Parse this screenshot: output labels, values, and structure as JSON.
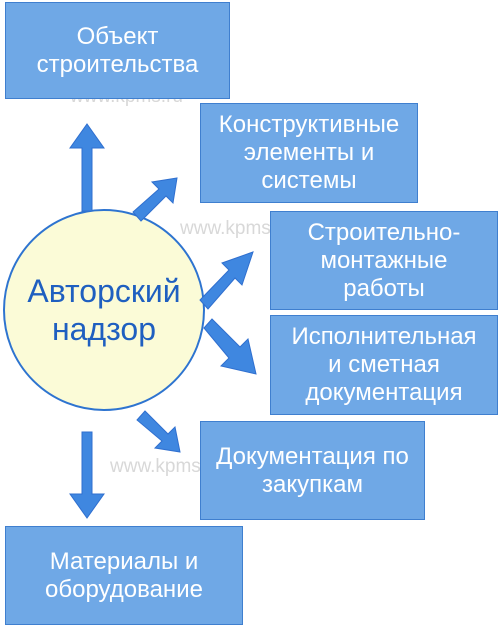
{
  "center": {
    "label": "Авторский\nнадзор"
  },
  "boxes": [
    {
      "id": "object",
      "label": "Объект\nстроительства"
    },
    {
      "id": "structures",
      "label": "Конструктивные\nэлементы и\nсистемы"
    },
    {
      "id": "works",
      "label": "Строительно-\nмонтажные\nработы"
    },
    {
      "id": "docs",
      "label": "Исполнительная\nи сметная\nдокументация"
    },
    {
      "id": "procurement",
      "label": "Документация по\nзакупкам"
    },
    {
      "id": "materials",
      "label": "Материалы и\nоборудование"
    }
  ],
  "watermarks": [
    "www.kpms.ru",
    "www.kpms.ru",
    "www.kpms.ru"
  ],
  "colors": {
    "box_fill": "#6fa8e6",
    "arrow": "#3f87e0",
    "circle_fill": "#fbfbd7",
    "circle_text": "#1f5fc0"
  }
}
